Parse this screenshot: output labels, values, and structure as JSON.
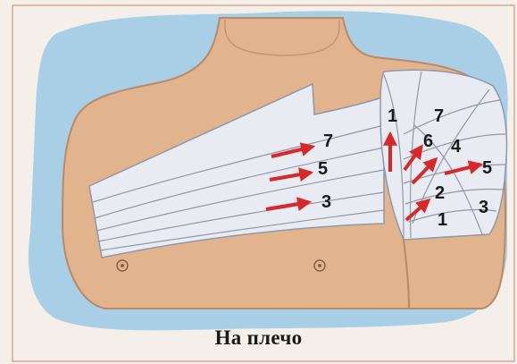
{
  "caption": "На плечо",
  "chest_numbers": [
    "7",
    "5",
    "3"
  ],
  "shoulder_numbers": [
    "1",
    "7",
    "6",
    "4",
    "5",
    "2",
    "3",
    "1"
  ],
  "colors": {
    "background": "#f4efe9",
    "backdrop_blue": "#a9cfe6",
    "skin": "#e1b48e",
    "bandage": "#e8ebf1",
    "bandage_line": "#8f97a8",
    "arrow": "#d8282a"
  }
}
